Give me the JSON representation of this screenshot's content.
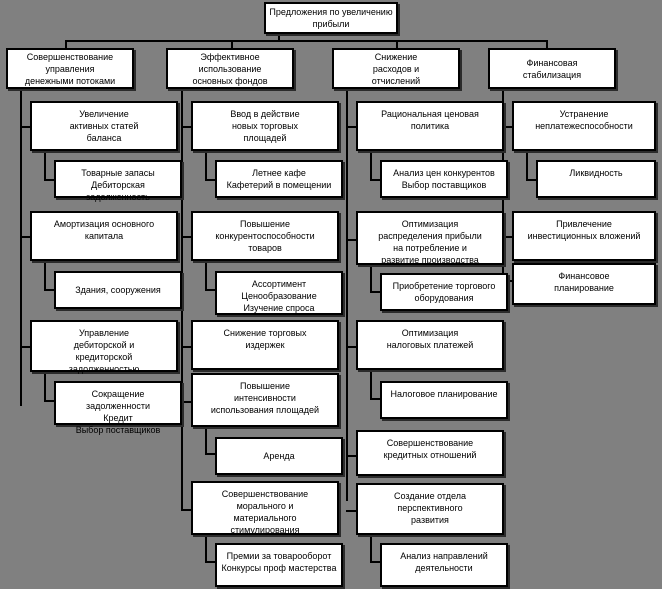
{
  "diagram": {
    "title": "Предложения по увеличению прибыли",
    "language": "ru",
    "background_color": "#808080",
    "node_fill": "#ffffff",
    "node_border": "#000000",
    "root": {
      "label": "Предложения по увеличению\nприбыли"
    },
    "columns": [
      {
        "header": "Совершенствование\nуправления\nденежными потоками",
        "nodes": [
          {
            "label": "Увеличение\nактивных статей\nбаланса",
            "level": 1
          },
          {
            "label": "Товарные запасы\nДебиторская задолженность",
            "level": 2
          },
          {
            "label": "Амортизация основного\nкапитала",
            "level": 1
          },
          {
            "label": "Здания, сооружения",
            "level": 2
          },
          {
            "label": "Управление\nдебиторской и\nкредиторской\nзадолженностью",
            "level": 1
          },
          {
            "label": "Сокращение задолженности\nКредит\nВыбор поставщиков",
            "level": 2
          }
        ]
      },
      {
        "header": "Эффективное\nиспользование\nосновных фондов",
        "nodes": [
          {
            "label": "Ввод в действие\nновых торговых\nплощадей",
            "level": 1
          },
          {
            "label": "Летнее кафе\nКафетерий в помещении",
            "level": 2
          },
          {
            "label": "Повышение\nконкурентоспособности\nтоваров",
            "level": 1
          },
          {
            "label": "Ассортимент\nЦенообразование\nИзучение спроса",
            "level": 2
          },
          {
            "label": "Снижение торговых\nиздержек",
            "level": 1
          },
          {
            "label": "Повышение\nинтенсивности\nиспользования площадей",
            "level": 1
          },
          {
            "label": "Аренда",
            "level": 2
          },
          {
            "label": "Совершенствование\nморального и\nматериального\nстимулирования",
            "level": 1
          },
          {
            "label": "Премии за товарооборот\nКонкурсы проф мастерства",
            "level": 2
          }
        ]
      },
      {
        "header": "Снижение\nрасходов и\nотчислений",
        "nodes": [
          {
            "label": "Рациональная ценовая\nполитика",
            "level": 1
          },
          {
            "label": "Анализ цен конкурентов\nВыбор поставщиков",
            "level": 2
          },
          {
            "label": "Оптимизация\nраспределения прибыли\nна потребление и\nразвитие производства",
            "level": 1
          },
          {
            "label": "Приобретение торгового\nоборудования",
            "level": 2
          },
          {
            "label": "Оптимизация\nналоговых платежей",
            "level": 1
          },
          {
            "label": "Налоговое планирование",
            "level": 2
          },
          {
            "label": "Совершенствование\nкредитных отношений",
            "level": 1
          },
          {
            "label": "Создание отдела\nперспективного\nразвития",
            "level": 1
          },
          {
            "label": "Анализ направлений\nдеятельности",
            "level": 2
          }
        ]
      },
      {
        "header": "Финансовая\nстабилизация",
        "nodes": [
          {
            "label": "Устранение\nнеплатежеспособности",
            "level": 1
          },
          {
            "label": "Ликвидность",
            "level": 2
          },
          {
            "label": "Привлечение\nинвестиционных вложений",
            "level": 1
          },
          {
            "label": "Финансовое\nпланирование",
            "level": 1
          }
        ]
      }
    ]
  }
}
